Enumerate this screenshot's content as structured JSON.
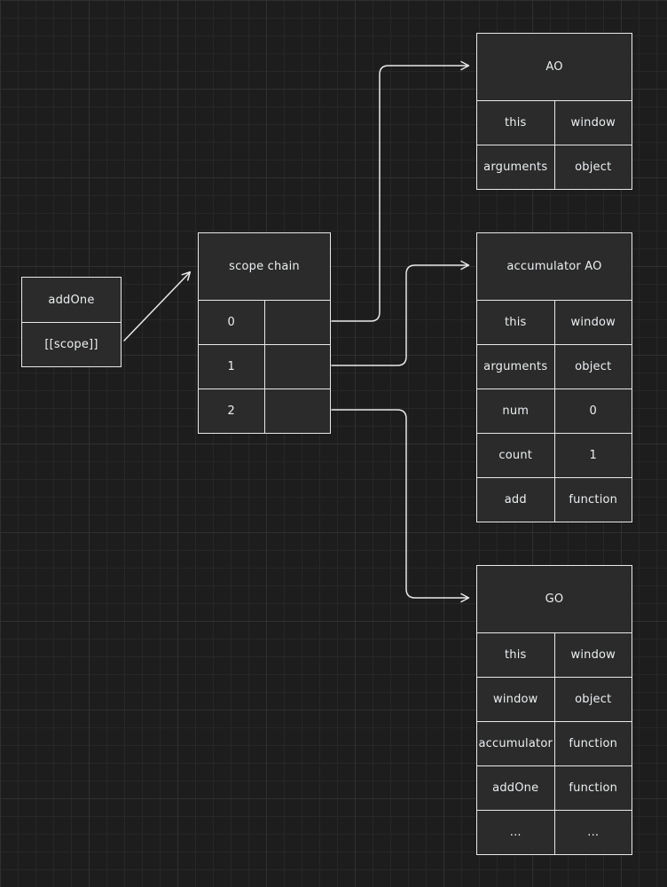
{
  "canvas": {
    "background": "#1d1d1d",
    "grid_minor_color": "#272727",
    "grid_major_color": "#303030",
    "stroke_color": "#e9e9e9",
    "shape_fill": "#2b2b2b"
  },
  "nodes": {
    "addone": {
      "rows": [
        "addOne",
        "[[scope]]"
      ]
    },
    "scope_chain": {
      "title": "scope chain",
      "rows": [
        [
          "0",
          ""
        ],
        [
          "1",
          ""
        ],
        [
          "2",
          ""
        ]
      ]
    },
    "ao": {
      "title": "AO",
      "rows": [
        [
          "this",
          "window"
        ],
        [
          "arguments",
          "object"
        ]
      ]
    },
    "accumulator_ao": {
      "title": "accumulator AO",
      "rows": [
        [
          "this",
          "window"
        ],
        [
          "arguments",
          "object"
        ],
        [
          "num",
          "0"
        ],
        [
          "count",
          "1"
        ],
        [
          "add",
          "function"
        ]
      ]
    },
    "go": {
      "title": "GO",
      "rows": [
        [
          "this",
          "window"
        ],
        [
          "window",
          "object"
        ],
        [
          "accumulator",
          "function"
        ],
        [
          "addOne",
          "function"
        ],
        [
          "...",
          "..."
        ]
      ]
    }
  },
  "arrows": [
    {
      "name": "scope-to-chain",
      "from": "addOne.[[scope]]",
      "to": "scope chain"
    },
    {
      "name": "chain-0-to-ao",
      "from": "scope chain.0",
      "to": "AO"
    },
    {
      "name": "chain-1-to-accumulator-ao",
      "from": "scope chain.1",
      "to": "accumulator AO"
    },
    {
      "name": "chain-2-to-go",
      "from": "scope chain.2",
      "to": "GO"
    }
  ]
}
